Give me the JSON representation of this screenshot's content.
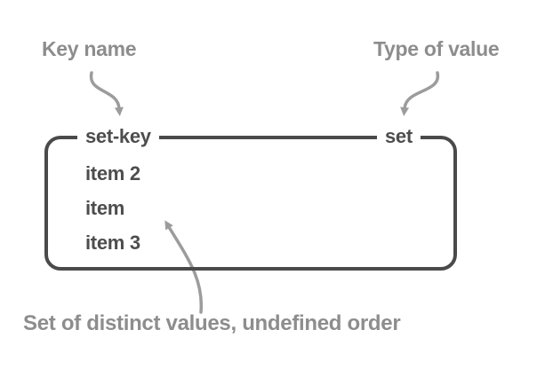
{
  "diagram": {
    "colors": {
      "box_border": "#4a4a4a",
      "dark_text": "#4d4d4d",
      "muted_text": "#8d8d8d",
      "arrow": "#9c9c9c",
      "background": "#ffffff"
    },
    "annotations": {
      "key_name": "Key name",
      "type_of_value": "Type of value",
      "bottom_note": "Set of distinct values, undefined order"
    },
    "box": {
      "key_label": "set-key",
      "type_label": "set",
      "items": [
        "item 2",
        "item",
        "item 3"
      ]
    }
  }
}
